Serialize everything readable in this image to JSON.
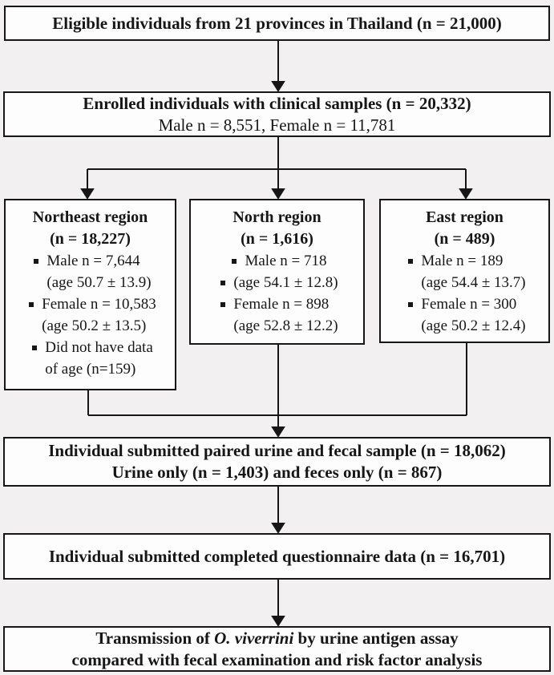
{
  "colors": {
    "background": "#f2f0f0",
    "box_fill": "#fdfdfd",
    "border": "#161616",
    "text": "#161616"
  },
  "boxes": {
    "eligible": {
      "text": "Eligible individuals from 21 provinces in Thailand (n = 21,000)"
    },
    "enrolled": {
      "line1": "Enrolled individuals with clinical samples (n = 20,332)",
      "line2": "Male n = 8,551, Female n = 11,781"
    },
    "paired": {
      "line1": "Individual submitted paired urine and fecal sample (n = 18,062)",
      "line2": "Urine only (n = 1,403) and feces only (n = 867)"
    },
    "questionnaire": {
      "text": "Individual submitted completed questionnaire data (n = 16,701)"
    },
    "final": {
      "line1_pre": "Transmission of ",
      "line1_italic": "O. viverrini",
      "line1_post": " by urine antigen assay",
      "line2": "compared with fecal examination and risk factor analysis"
    }
  },
  "regions": [
    {
      "title": "Northeast region",
      "n": "(n = 18,227)",
      "items": [
        {
          "lines": [
            "Male n = 7,644",
            "(age 50.7 ± 13.9)"
          ]
        },
        {
          "lines": [
            "Female n = 10,583",
            "(age 50.2 ± 13.5)"
          ]
        },
        {
          "lines": [
            "Did not have data",
            "of age (n=159)"
          ]
        }
      ]
    },
    {
      "title": "North region",
      "n": "(n = 1,616)",
      "items": [
        {
          "lines": [
            "Male n = 718"
          ]
        },
        {
          "lines": [
            "(age 54.1 ± 12.8)"
          ]
        },
        {
          "lines": [
            "Female n = 898",
            "(age 52.8 ± 12.2)"
          ]
        }
      ]
    },
    {
      "title": "East region",
      "n": "(n = 489)",
      "items": [
        {
          "lines": [
            "Male n = 189",
            "(age 54.4 ± 13.7)"
          ]
        },
        {
          "lines": [
            "Female n = 300",
            "(age 50.2 ± 12.4)"
          ]
        }
      ]
    }
  ]
}
